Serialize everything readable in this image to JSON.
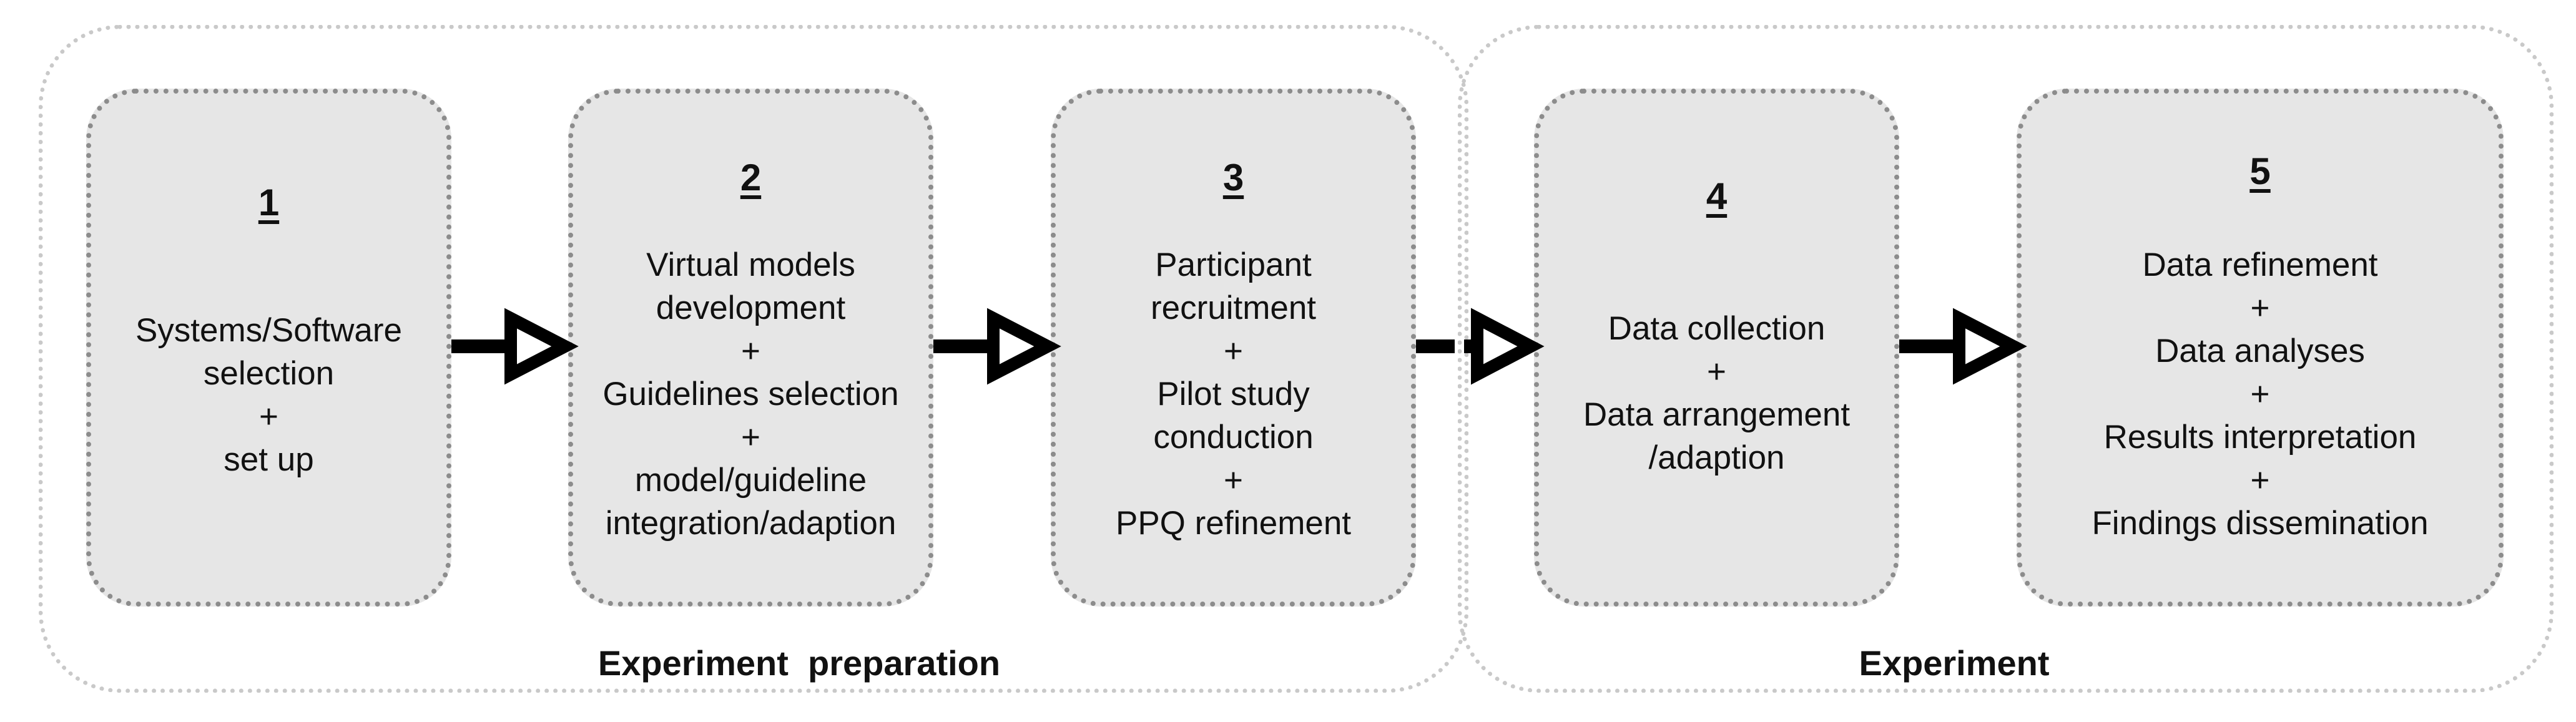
{
  "groups": [
    {
      "label": "Experiment  preparation"
    },
    {
      "label": "Experiment"
    }
  ],
  "steps": [
    {
      "number": "1",
      "lines": [
        "Systems/Software",
        "selection",
        "+",
        "set up"
      ]
    },
    {
      "number": "2",
      "lines": [
        "Virtual models",
        "development",
        "+",
        "Guidelines selection",
        "+",
        "model/guideline",
        "integration/adaption"
      ]
    },
    {
      "number": "3",
      "lines": [
        "Participant",
        "recruitment",
        "+",
        "Pilot study",
        "conduction",
        "+",
        "PPQ refinement"
      ]
    },
    {
      "number": "4",
      "lines": [
        "Data collection",
        "+",
        "Data arrangement",
        "/adaption"
      ]
    },
    {
      "number": "5",
      "lines": [
        "Data refinement",
        "+",
        "Data analyses",
        "+",
        "Results interpretation",
        "+",
        "Findings dissemination"
      ]
    }
  ]
}
